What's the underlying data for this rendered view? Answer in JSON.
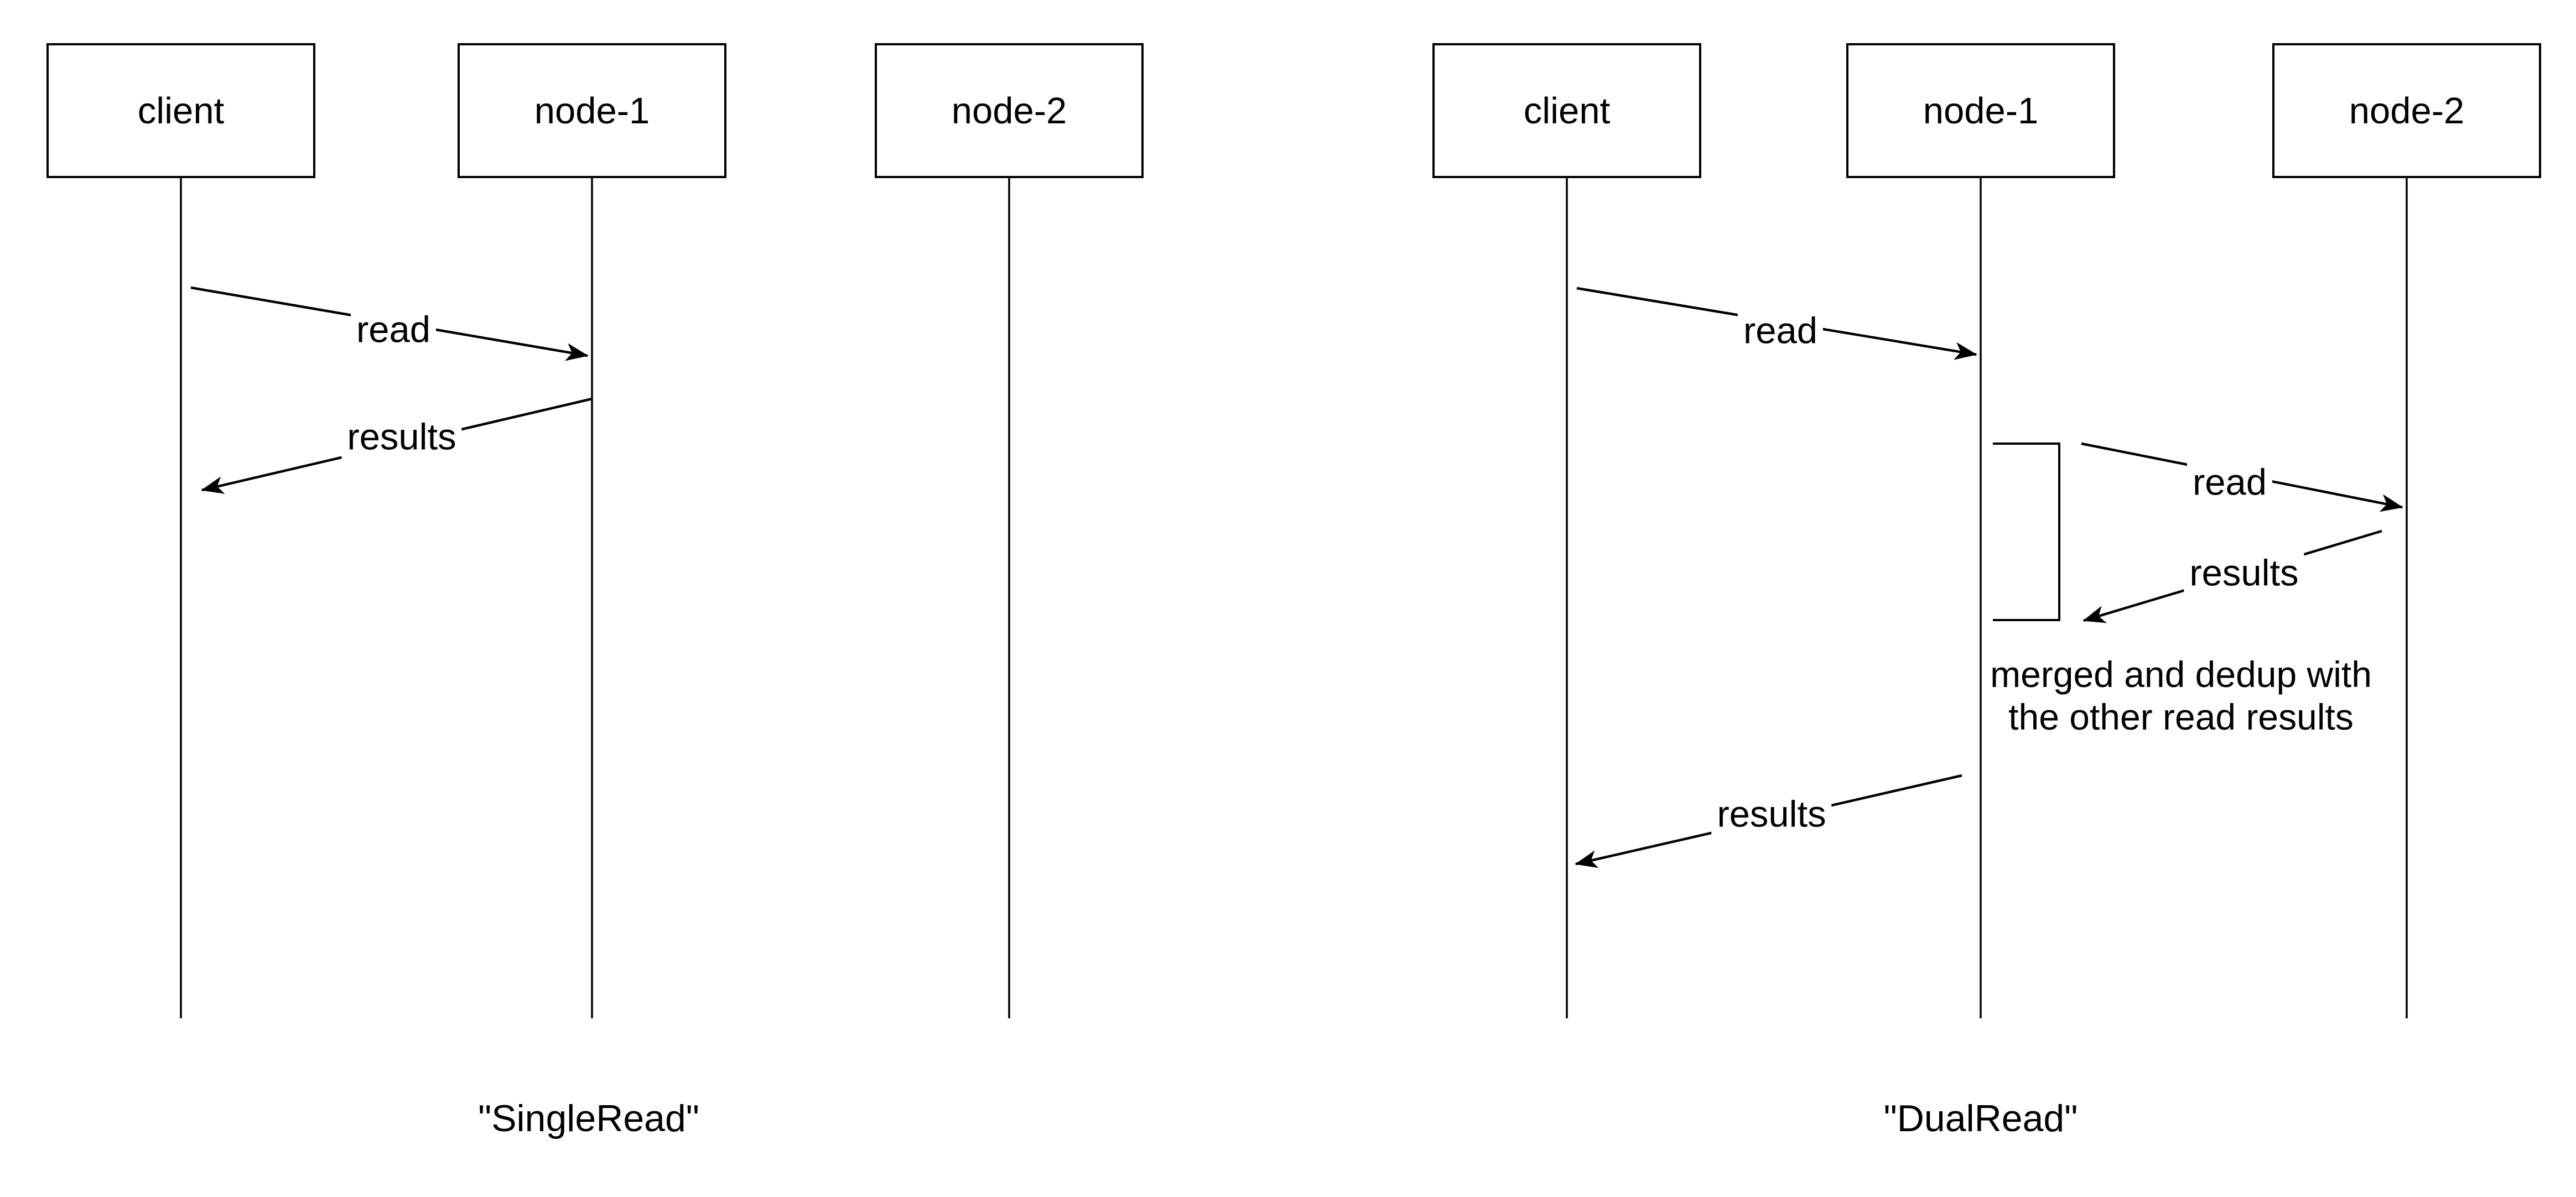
{
  "colors": {
    "background": "#ffffff",
    "ink": "#000000"
  },
  "diagrams": [
    {
      "caption": "\"SingleRead\"",
      "actors": [
        {
          "label": "client"
        },
        {
          "label": "node-1"
        },
        {
          "label": "node-2"
        }
      ],
      "messages": [
        {
          "label": "read",
          "from": "client",
          "to": "node-1"
        },
        {
          "label": "results",
          "from": "node-1",
          "to": "client"
        }
      ]
    },
    {
      "caption": "\"DualRead\"",
      "actors": [
        {
          "label": "client"
        },
        {
          "label": "node-1"
        },
        {
          "label": "node-2"
        }
      ],
      "messages": [
        {
          "label": "read",
          "from": "client",
          "to": "node-1"
        },
        {
          "label": "read",
          "from": "node-1",
          "to": "node-2"
        },
        {
          "label": "results",
          "from": "node-2",
          "to": "node-1"
        },
        {
          "label": "results",
          "from": "node-1",
          "to": "client"
        }
      ],
      "note": {
        "line1": "merged and dedup with",
        "line2": "the other read results"
      }
    }
  ]
}
